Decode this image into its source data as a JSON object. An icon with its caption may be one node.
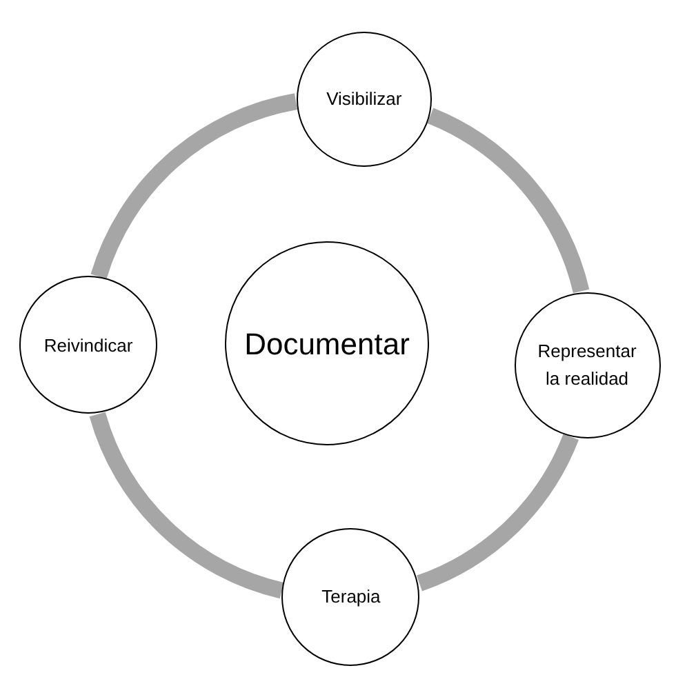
{
  "diagram": {
    "nodes": [
      {
        "text": [
          "Visibilizar"
        ]
      },
      {
        "text": [
          "Reivindicar"
        ]
      },
      {
        "text": [
          "Documentar"
        ]
      },
      {
        "text": [
          "Representar la realidad"
        ]
      },
      {
        "text": [
          "Terapia"
        ]
      }
    ],
    "edges": [
      {
        "from": 0,
        "to": 3,
        "arrow": "none"
      },
      {
        "from": 3,
        "to": 4,
        "arrow": "none"
      },
      {
        "from": 4,
        "to": 1,
        "arrow": "none"
      },
      {
        "from": 1,
        "to": 0,
        "arrow": "none"
      }
    ]
  }
}
